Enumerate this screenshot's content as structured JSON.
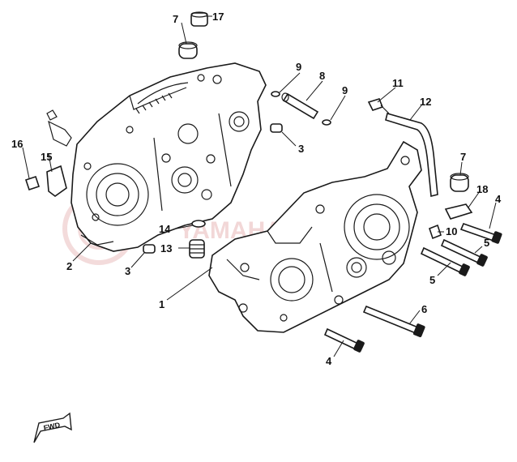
{
  "diagram": {
    "watermark_text": "YAMAHA-MOTOR",
    "fwd_label": "FWD",
    "callouts": [
      {
        "id": "c1",
        "label": "1"
      },
      {
        "id": "c2",
        "label": "2"
      },
      {
        "id": "c3a",
        "label": "3"
      },
      {
        "id": "c3b",
        "label": "3"
      },
      {
        "id": "c4a",
        "label": "4"
      },
      {
        "id": "c4b",
        "label": "4"
      },
      {
        "id": "c5a",
        "label": "5"
      },
      {
        "id": "c5b",
        "label": "5"
      },
      {
        "id": "c6",
        "label": "6"
      },
      {
        "id": "c7a",
        "label": "7"
      },
      {
        "id": "c7b",
        "label": "7"
      },
      {
        "id": "c8",
        "label": "8"
      },
      {
        "id": "c9a",
        "label": "9"
      },
      {
        "id": "c9b",
        "label": "9"
      },
      {
        "id": "c10",
        "label": "10"
      },
      {
        "id": "c11",
        "label": "11"
      },
      {
        "id": "c12",
        "label": "12"
      },
      {
        "id": "c13",
        "label": "13"
      },
      {
        "id": "c14",
        "label": "14"
      },
      {
        "id": "c15",
        "label": "15"
      },
      {
        "id": "c16",
        "label": "16"
      },
      {
        "id": "c17",
        "label": "17"
      },
      {
        "id": "c18",
        "label": "18"
      }
    ]
  }
}
